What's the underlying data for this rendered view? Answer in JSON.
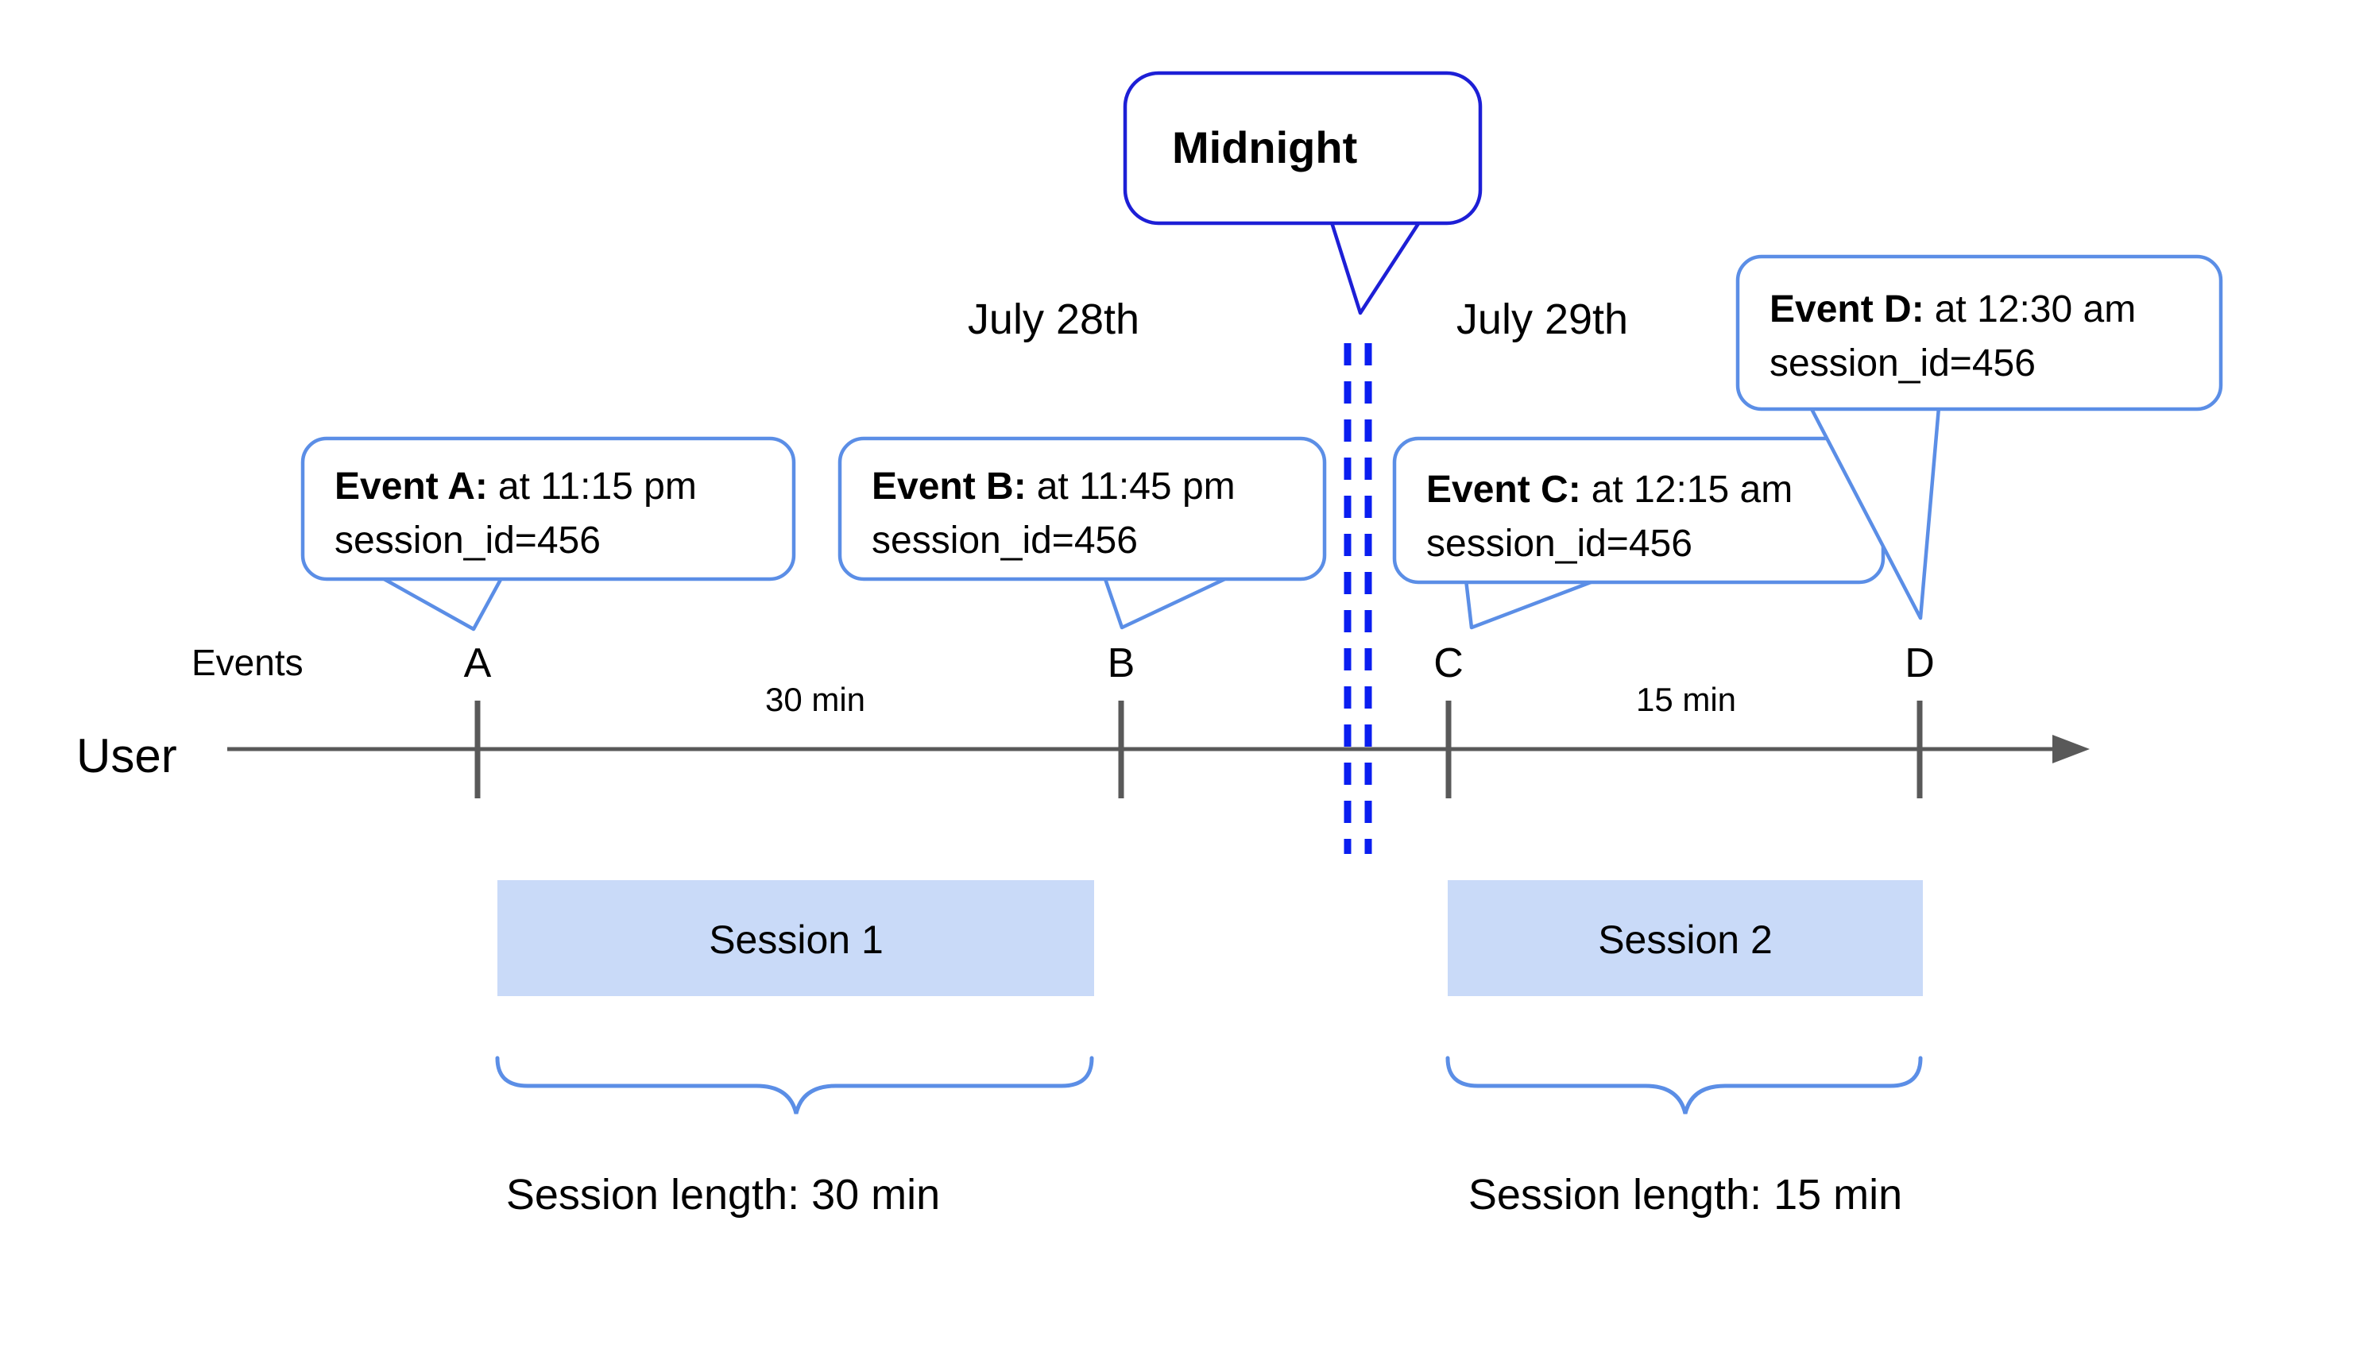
{
  "title": "User session timeline diagram",
  "colors": {
    "bubble-border": "#5b8ee6",
    "midnight-border": "#1d1fd6",
    "dash-blue": "#0a1ef0",
    "session-fill": "#c9daf8",
    "axis-gray": "#595959",
    "text": "#000000"
  },
  "midnight": {
    "label": "Midnight"
  },
  "dates": {
    "left": "July 28th",
    "right": "July 29th"
  },
  "axis": {
    "events_label": "Events",
    "user_label": "User"
  },
  "events": [
    {
      "letter": "A",
      "title": "Event A:",
      "detail": "at 11:15 pm",
      "session": "session_id=456"
    },
    {
      "letter": "B",
      "title": "Event B:",
      "detail": "at 11:45 pm",
      "session": "session_id=456"
    },
    {
      "letter": "C",
      "title": "Event C:",
      "detail": "at 12:15 am",
      "session": "session_id=456"
    },
    {
      "letter": "D",
      "title": "Event D:",
      "detail": "at 12:30 am",
      "session": "session_id=456"
    }
  ],
  "gaps": [
    {
      "label": "30 min"
    },
    {
      "label": "15 min"
    }
  ],
  "sessions": [
    {
      "label": "Session 1",
      "length": "Session length: 30 min"
    },
    {
      "label": "Session 2",
      "length": "Session length: 15 min"
    }
  ]
}
